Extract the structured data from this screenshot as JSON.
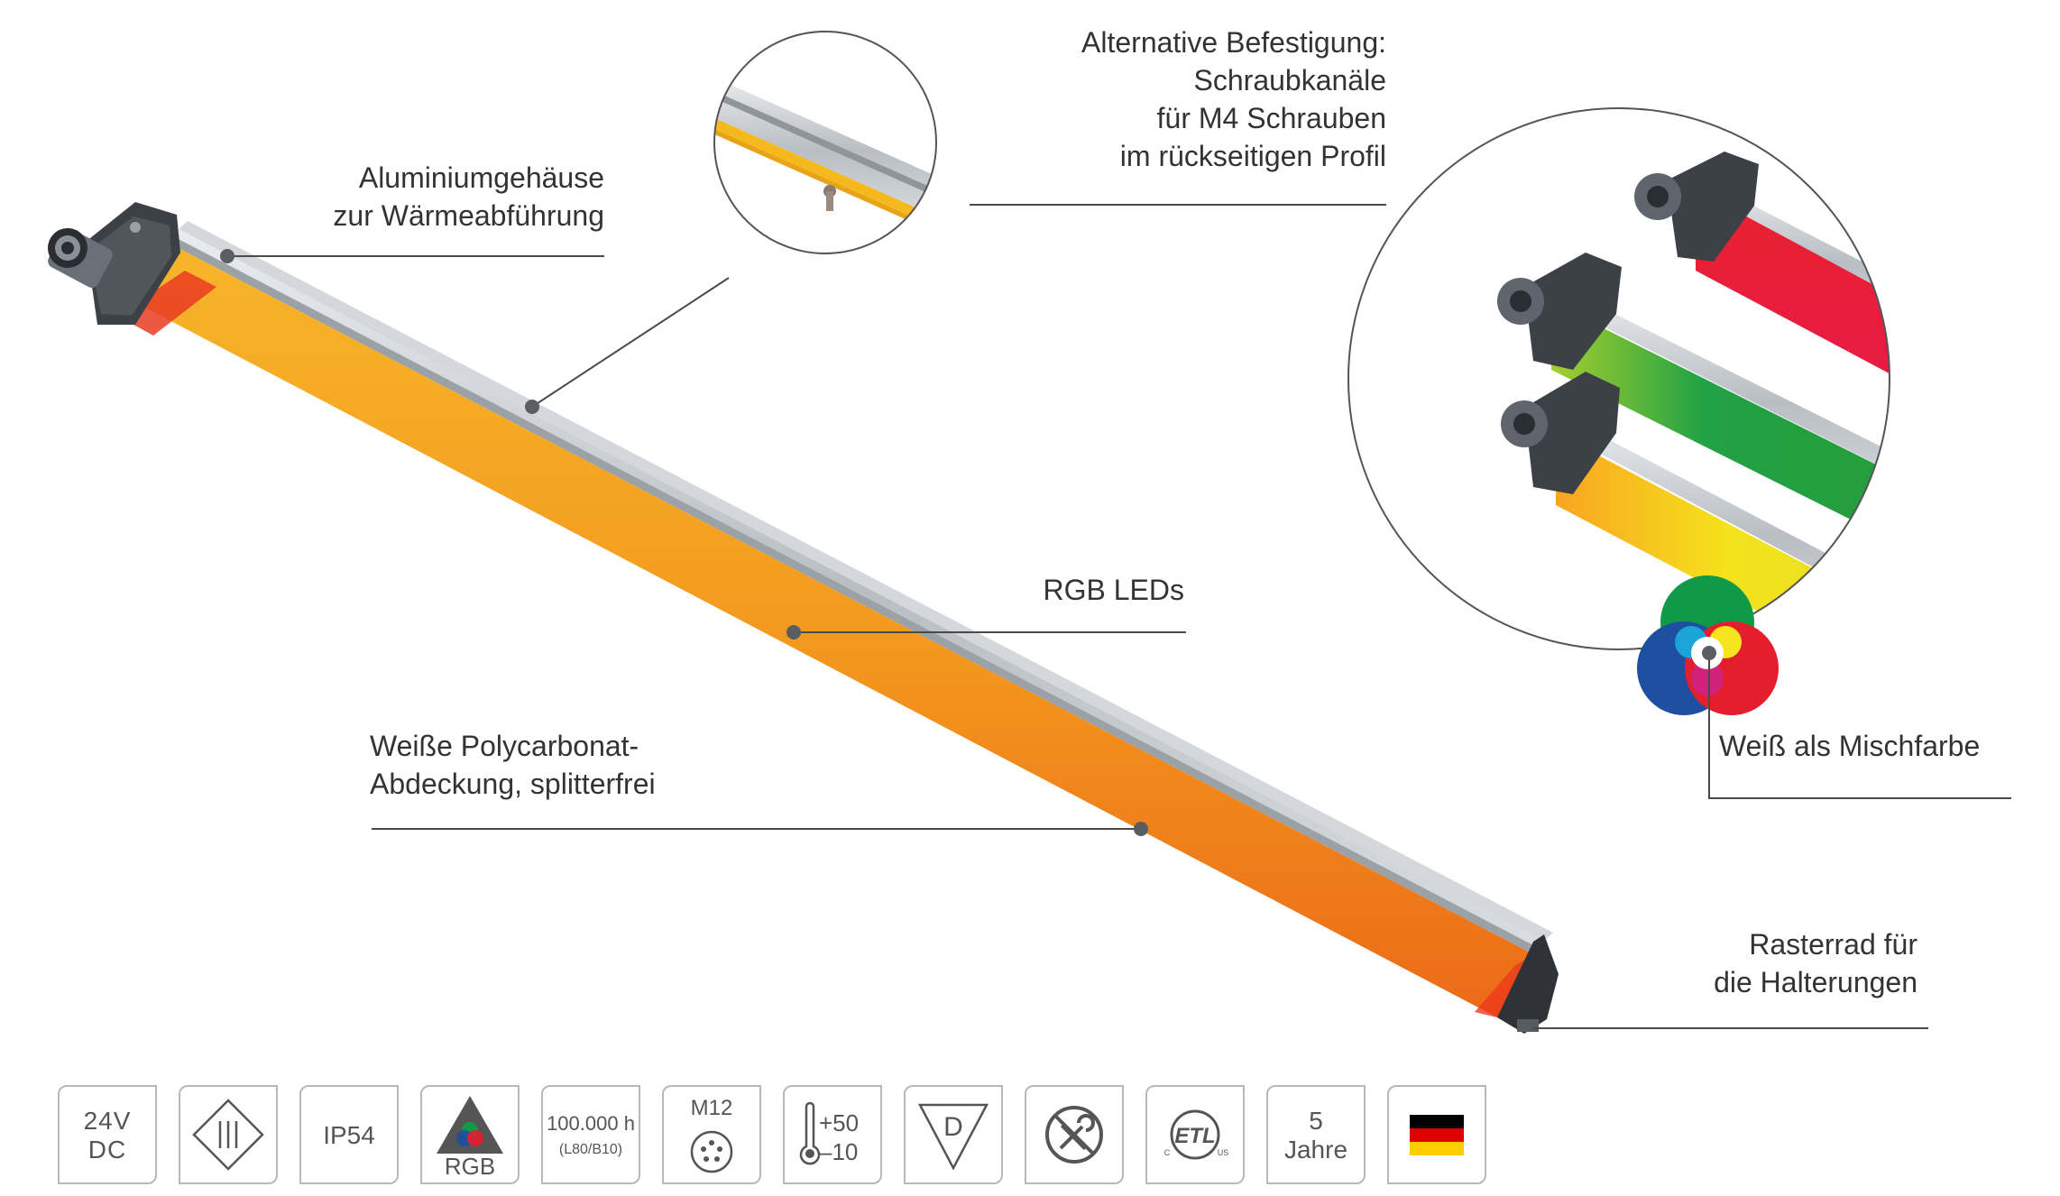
{
  "callouts": {
    "housing": [
      "Aluminiumgehäuse",
      "zur Wärmeabführung"
    ],
    "mounting": [
      "Alternative Befestigung:",
      "Schraubkanäle",
      "für M4 Schrauben",
      "im rückseitigen Profil"
    ],
    "leds": [
      "RGB LEDs"
    ],
    "cover": [
      "Weiße Polycarbonat-",
      "Abdeckung, splitterfrei"
    ],
    "white_mix": [
      "Weiß als Mischfarbe"
    ],
    "ratchet": [
      "Rasterrad für",
      "die Halterungen"
    ]
  },
  "icons": [
    {
      "id": "voltage",
      "lines": [
        "24V",
        "DC"
      ]
    },
    {
      "id": "protection-class-3",
      "symbol": "III"
    },
    {
      "id": "ip-rating",
      "lines": [
        "IP54"
      ]
    },
    {
      "id": "rgb",
      "lines": [
        "RGB"
      ]
    },
    {
      "id": "lifetime",
      "lines": [
        "100.000 h",
        "(L80/B10)"
      ]
    },
    {
      "id": "connector",
      "lines": [
        "M12"
      ]
    },
    {
      "id": "temperature",
      "lines": [
        "+50",
        "–10"
      ]
    },
    {
      "id": "d-mark",
      "symbol": "D"
    },
    {
      "id": "no-tools",
      "symbol": "no-tools"
    },
    {
      "id": "etl-listed",
      "symbol": "ETL"
    },
    {
      "id": "warranty",
      "lines": [
        "5",
        "Jahre"
      ]
    },
    {
      "id": "made-in-germany",
      "symbol": "flag"
    }
  ],
  "colors": {
    "tube_orange": "#f39a1e",
    "tube_red": "#e8222e",
    "tube_green": "#3fae3a",
    "tube_yellow": "#f5d61c",
    "rgb_red": "#e31e2d",
    "rgb_green": "#109a48",
    "rgb_blue": "#1f4fa0",
    "leader_line": "#4a4a4a",
    "flag_black": "#000000",
    "flag_red": "#dd0000",
    "flag_gold": "#ffce00"
  }
}
